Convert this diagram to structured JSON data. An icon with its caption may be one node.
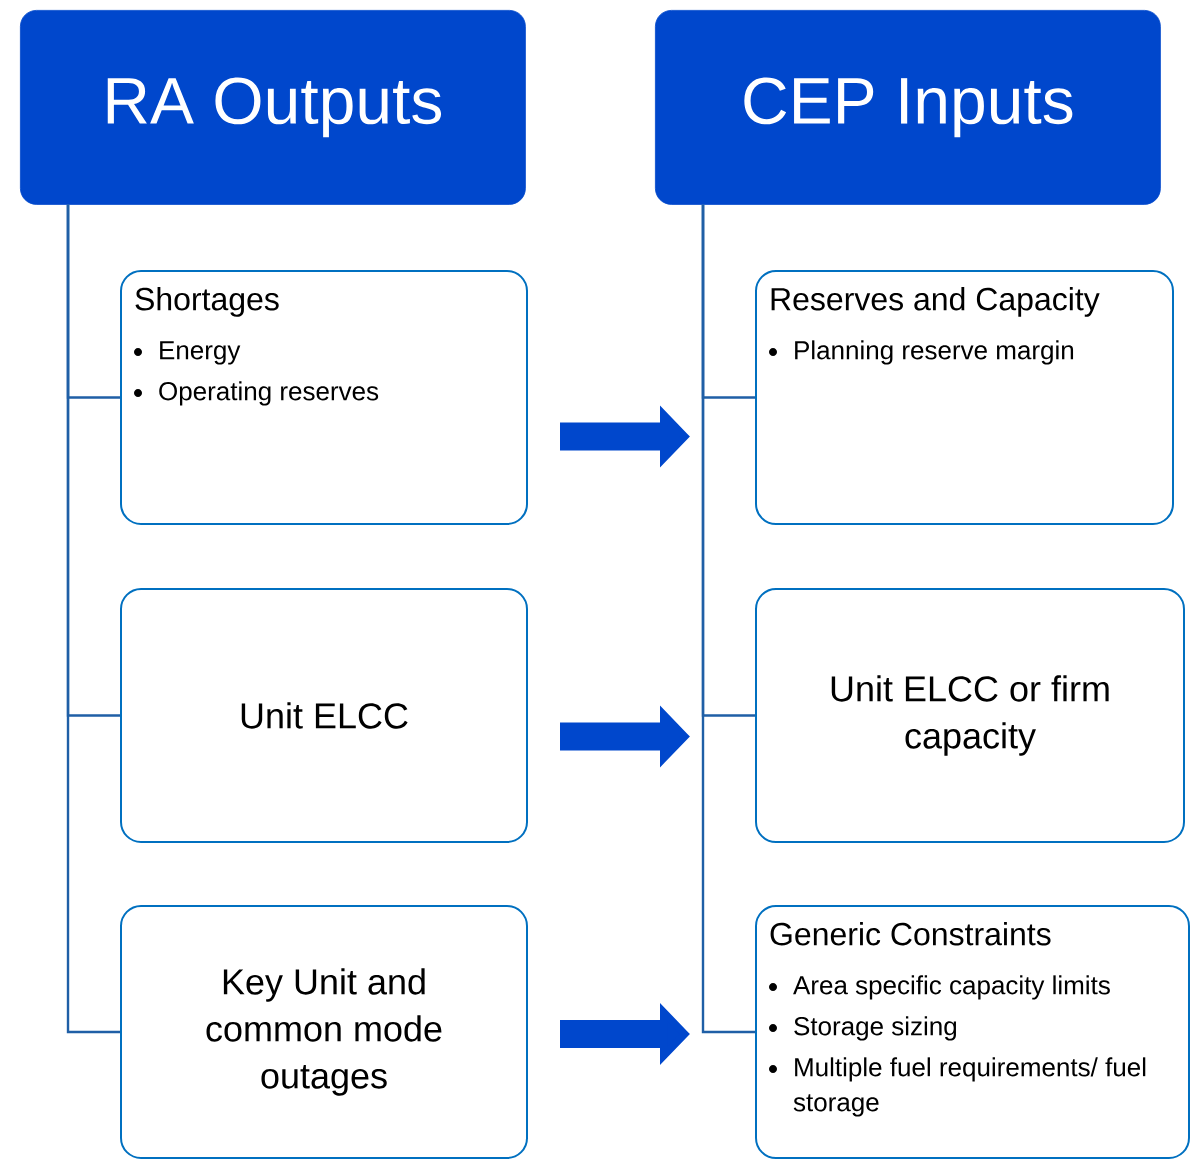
{
  "diagram": {
    "nodes": [
      {
        "text": [
          "RA Outputs"
        ]
      },
      {
        "text": [
          "Shortages",
          "Energy",
          "Operating reserves"
        ]
      },
      {
        "text": [
          "Unit ELCC"
        ]
      },
      {
        "text": [
          "Key Unit and common mode outages"
        ]
      },
      {
        "text": [
          "CEP Inputs"
        ]
      },
      {
        "text": [
          "Reserves and Capacity",
          "Planning reserve margin"
        ]
      },
      {
        "text": [
          "Unit ELCC or firm capacity"
        ]
      },
      {
        "text": [
          "Generic Constraints",
          "Area specific capacity limits",
          "Storage sizing",
          "Multiple fuel requirements/ fuel storage"
        ]
      }
    ],
    "edges": [
      {
        "from": 0,
        "to": 1,
        "arrow": "none"
      },
      {
        "from": 0,
        "to": 2,
        "arrow": "none"
      },
      {
        "from": 0,
        "to": 3,
        "arrow": "none"
      },
      {
        "from": 4,
        "to": 5,
        "arrow": "none"
      },
      {
        "from": 4,
        "to": 6,
        "arrow": "none"
      },
      {
        "from": 4,
        "to": 7,
        "arrow": "none"
      },
      {
        "from": 1,
        "to": 5,
        "arrow": "to",
        "style": "thick"
      },
      {
        "from": 2,
        "to": 6,
        "arrow": "to",
        "style": "thick"
      },
      {
        "from": 3,
        "to": 7,
        "arrow": "to",
        "style": "thick"
      }
    ]
  }
}
